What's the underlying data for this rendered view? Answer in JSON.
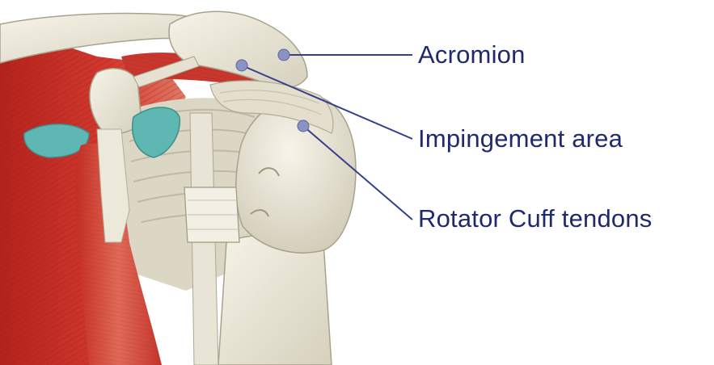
{
  "labels": {
    "acromion": "Acromion",
    "impingement": "Impingement area",
    "rotator_cuff": "Rotator Cuff tendons"
  },
  "colors": {
    "label_text": "#1f2a6e",
    "leader_line": "#34408a",
    "marker_dot": "#8a93c4",
    "bone": "#ece8da",
    "bone_shadow": "#cbc6b3",
    "muscle": "#c9322b",
    "muscle_dark": "#a4211c",
    "cartilage": "#5fb7b3",
    "tendon": "#ddd8c6"
  }
}
